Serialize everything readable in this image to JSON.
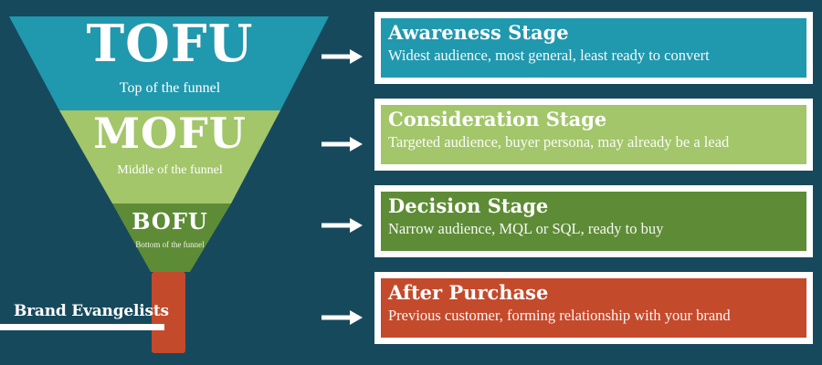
{
  "palette": {
    "background": "#17495D",
    "white": "#FFFFFF",
    "teal": "#2098AE",
    "light_green": "#A2C669",
    "dark_green": "#5E8C36",
    "red": "#C44A2C"
  },
  "funnel": {
    "segments": [
      {
        "acronym": "TOFU",
        "caption": "Top of the funnel",
        "color": "#2098AE"
      },
      {
        "acronym": "MOFU",
        "caption": "Middle of the funnel",
        "color": "#A2C669"
      },
      {
        "acronym": "BOFU",
        "caption": "Bottom of the funnel",
        "color": "#5E8C36"
      }
    ],
    "stem": {
      "label": "Brand Evangelists",
      "color": "#C44A2C"
    }
  },
  "stages": [
    {
      "title": "Awareness Stage",
      "description": "Widest audience, most general, least ready to convert",
      "color": "#2098AE"
    },
    {
      "title": "Consideration Stage",
      "description": "Targeted audience, buyer persona, may already be a lead",
      "color": "#A2C669"
    },
    {
      "title": "Decision Stage",
      "description": "Narrow audience, MQL or SQL, ready to buy",
      "color": "#5E8C36"
    },
    {
      "title": "After Purchase",
      "description": "Previous customer, forming relationship with your brand",
      "color": "#C44A2C"
    }
  ],
  "icons": {
    "arrow_right": "→"
  }
}
